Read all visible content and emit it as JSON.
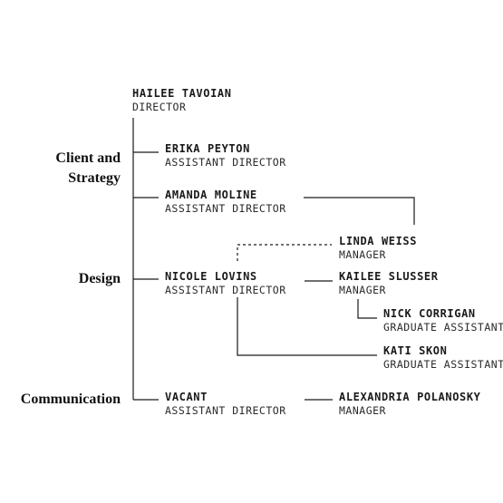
{
  "departments": {
    "client_strategy": [
      "Client and",
      "Strategy"
    ],
    "design": "Design",
    "communication": "Communication"
  },
  "people": {
    "hailee": {
      "name": "HAILEE TAVOIAN",
      "role": "DIRECTOR"
    },
    "erika": {
      "name": "ERIKA PEYTON",
      "role": "ASSISTANT DIRECTOR"
    },
    "amanda": {
      "name": "AMANDA MOLINE",
      "role": "ASSISTANT DIRECTOR"
    },
    "linda": {
      "name": "LINDA WEISS",
      "role": "MANAGER"
    },
    "nicole": {
      "name": "NICOLE LOVINS",
      "role": "ASSISTANT DIRECTOR"
    },
    "kailee": {
      "name": "KAILEE SLUSSER",
      "role": "MANAGER"
    },
    "nick": {
      "name": "NICK CORRIGAN",
      "role": "GRADUATE ASSISTANT"
    },
    "kati": {
      "name": "KATI SKON",
      "role": "GRADUATE ASSISTANT"
    },
    "vacant": {
      "name": "VACANT",
      "role": "ASSISTANT DIRECTOR"
    },
    "alexandria": {
      "name": "ALEXANDRIA POLANOSKY",
      "role": "MANAGER"
    }
  },
  "colors": {
    "line": "#1a1a1a",
    "text": "#1a1a1a",
    "background": "#ffffff"
  }
}
